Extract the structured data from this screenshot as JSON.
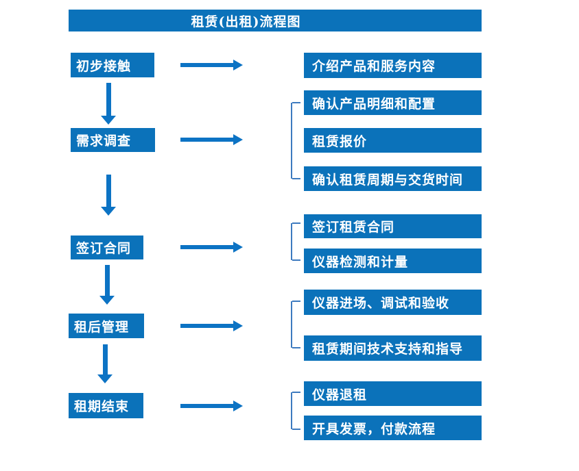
{
  "title": "租赁(出租)流程图",
  "colors": {
    "box_fill": "#0B72BA",
    "arrow": "#0C73C4",
    "bracket": "#3D7ABF",
    "text": "#FFFFFF",
    "background": "#FFFFFF"
  },
  "steps": [
    {
      "label": "初步接触",
      "details": [
        "介绍产品和服务内容"
      ]
    },
    {
      "label": "需求调查",
      "details": [
        "确认产品明细和配置",
        "租赁报价",
        "确认租赁周期与交货时间"
      ]
    },
    {
      "label": "签订合同",
      "details": [
        "签订租赁合同",
        "仪器检测和计量"
      ]
    },
    {
      "label": "租后管理",
      "details": [
        "仪器进场、调试和验收",
        "租赁期间技术支持和指导"
      ]
    },
    {
      "label": "租期结束",
      "details": [
        "仪器退租",
        "开具发票，付款流程"
      ]
    }
  ]
}
